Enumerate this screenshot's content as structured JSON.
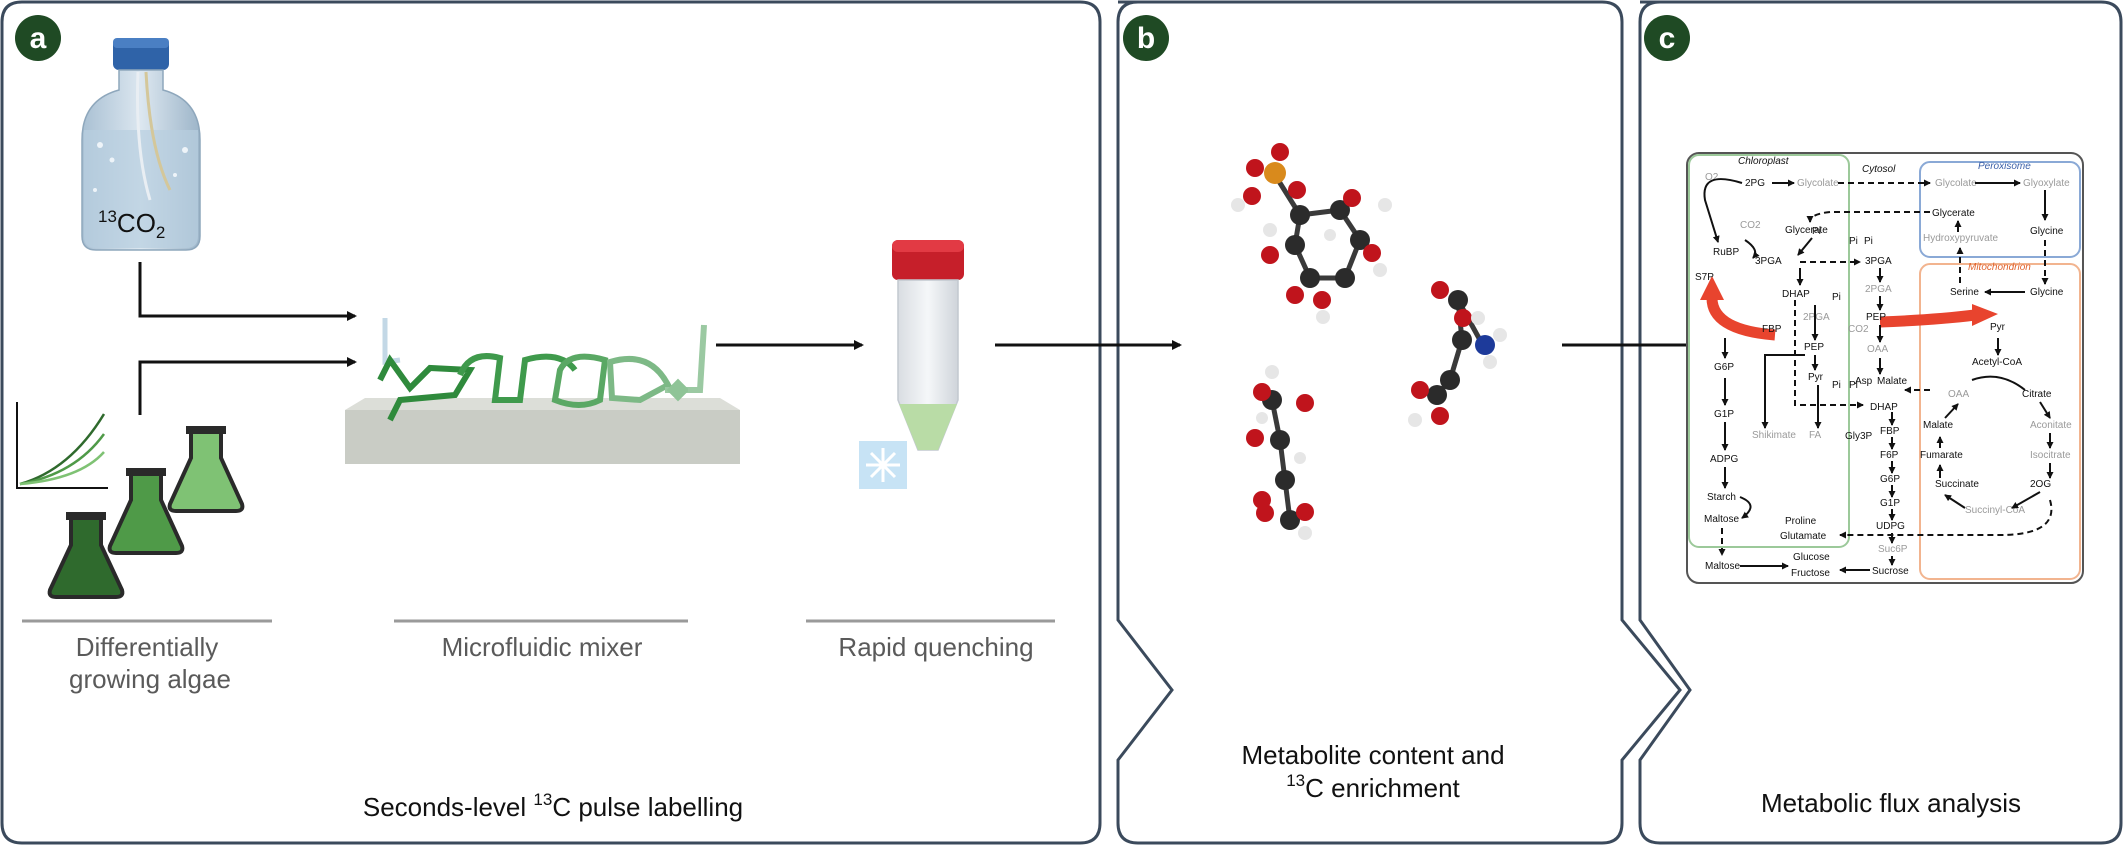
{
  "panels": [
    {
      "letter": "a",
      "caption_pre": "Seconds-level ",
      "caption_sup": "13",
      "caption_post": "C pulse labelling"
    },
    {
      "letter": "b",
      "caption_line1": "Metabolite content and",
      "caption_sup": "13",
      "caption_post": "C enrichment"
    },
    {
      "letter": "c",
      "caption": "Metabolic flux analysis"
    }
  ],
  "panel_a": {
    "bottle_sup": "13",
    "bottle_main": "CO",
    "bottle_sub": "2",
    "stages": [
      {
        "line1": "Differentially",
        "line2": "growing algae"
      },
      {
        "line1": "Microfluidic mixer"
      },
      {
        "line1": "Rapid quenching"
      }
    ]
  },
  "network": {
    "compartments": {
      "chloroplast": "Chloroplast",
      "cytosol": "Cytosol",
      "peroxisome": "Peroxisome",
      "mitochondrion": "Mitochondrion"
    },
    "metabolites_black": [
      "2PG",
      "RuBP",
      "S7P",
      "3PGA",
      "DHAP",
      "FBP",
      "G6P",
      "G1P",
      "ADPG",
      "Starch",
      "Maltose",
      "Glycerate",
      "PEP",
      "Pyr",
      "Shikimate",
      "Proline",
      "Glutamate",
      "Glucose",
      "Fructose",
      "Sucrose",
      "UDPG",
      "G6P",
      "G1P",
      "F6P",
      "FBP",
      "DHAP",
      "Gly3P",
      "Asp",
      "Malate",
      "PEP",
      "3PGA",
      "Glycerate",
      "Glycine",
      "Serine",
      "Pyr",
      "Acetyl-CoA",
      "Citrate",
      "Malate",
      "Fumarate",
      "Succinate",
      "2OG",
      "Maltose"
    ],
    "metabolites_gray": [
      "O2",
      "CO2",
      "Glycolate",
      "Glycolate",
      "Glyoxylate",
      "Hydroxypyruvate",
      "2PGA",
      "FA",
      "2PGA",
      "CO2",
      "OAA",
      "OAA",
      "Aconitate",
      "Isocitrate",
      "Succinyl-CoA",
      "Suc6P"
    ],
    "pi": "Pi",
    "colors": {
      "chloroplast": "#9cc99a",
      "peroxisome": "#8aa9d6",
      "mitochondrion": "#f2b48f",
      "flux_arrow": "#e8442e",
      "frame": "#555555"
    }
  },
  "colors": {
    "border": "#3b4a5c",
    "badge": "#1f4a24",
    "algae_dark": "#2f6a2d",
    "algae_mid": "#4f9a48",
    "algae_light": "#7fc274",
    "cap_blue": "#2f63a8",
    "cap_red": "#c61f2a",
    "quench_green": "#b9dca6"
  }
}
